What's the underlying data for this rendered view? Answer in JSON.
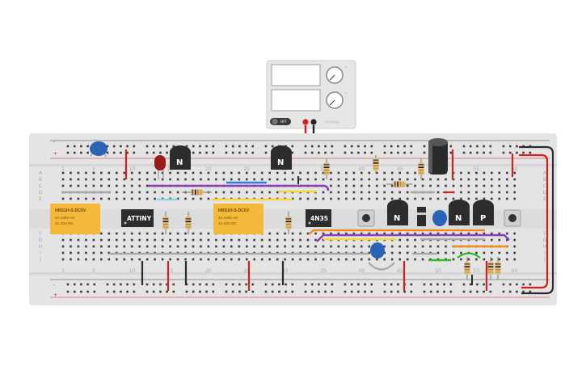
{
  "breadboard": {
    "row_letters": [
      "A",
      "B",
      "C",
      "D",
      "E",
      "F",
      "G",
      "H",
      "I",
      "J"
    ],
    "column_numbers_top": [
      "1",
      "5",
      "10",
      "15",
      "20",
      "25",
      "30",
      "35",
      "40",
      "45",
      "50",
      "55",
      "60"
    ],
    "column_numbers_bottom": [
      "1",
      "5",
      "10",
      "15",
      "20",
      "25",
      "30",
      "35",
      "40",
      "45",
      "50",
      "55",
      "60"
    ],
    "rail_signs": [
      "-",
      "+",
      "-",
      "+"
    ]
  },
  "power_supply": {
    "switch_label": "OFF",
    "knob_labels": [
      "V",
      "A"
    ]
  },
  "components": {
    "relay1_lines": [
      "HRS1H-S-DC5V",
      "1A  120V AC",
      "1A  24V DC"
    ],
    "relay2_lines": [
      "HRS1H-S-DC5V",
      "1A  120V AC",
      "1A  24V DC"
    ],
    "microcontroller": "ATTINY",
    "optocoupler": "4N35",
    "transistor_n": "N",
    "transistor_p": "P"
  },
  "colors": {
    "board": "#e4e4e4",
    "rail_red": "#d21f1f",
    "rail_dark": "#2b2b2b",
    "relay": "#f4b93b",
    "chip": "#2d2d2d",
    "wire_purple": "#8c3fb4",
    "wire_yellow": "#f3d83a",
    "wire_orange": "#f08c1e",
    "wire_blue": "#2e7fd6",
    "wire_green": "#2fb82f",
    "wire_grey": "#a7a7a7",
    "capacitor_blue": "#2b63b5"
  }
}
